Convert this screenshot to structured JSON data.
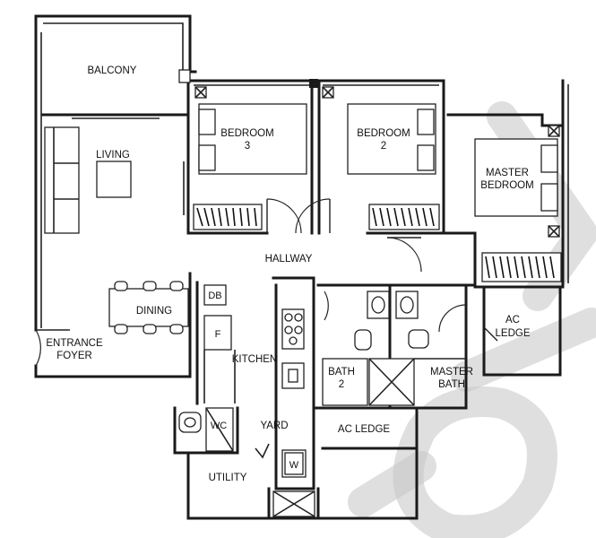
{
  "rooms": {
    "balcony": "BALCONY",
    "living": "LIVING",
    "bedroom3": [
      "BEDROOM",
      "3"
    ],
    "bedroom2": [
      "BEDROOM",
      "2"
    ],
    "master_bedroom": [
      "MASTER",
      "BEDROOM"
    ],
    "hallway": "HALLWAY",
    "dining": "DINING",
    "entrance_foyer": [
      "ENTRANCE",
      "FOYER"
    ],
    "kitchen": "KITCHEN",
    "bath2": [
      "BATH",
      "2"
    ],
    "master_bath": [
      "MASTER",
      "BATH"
    ],
    "ac_ledge_right": [
      "AC",
      "LEDGE"
    ],
    "ac_ledge_bottom": "AC LEDGE",
    "yard": "YARD",
    "utility": "UTILITY",
    "wc": "WC"
  },
  "fixtures": {
    "db": "DB",
    "fridge": "F",
    "washer": "W"
  },
  "colors": {
    "wall": "#1a1a1a",
    "watermark": "#c4c4c4",
    "background": "#ffffff"
  }
}
